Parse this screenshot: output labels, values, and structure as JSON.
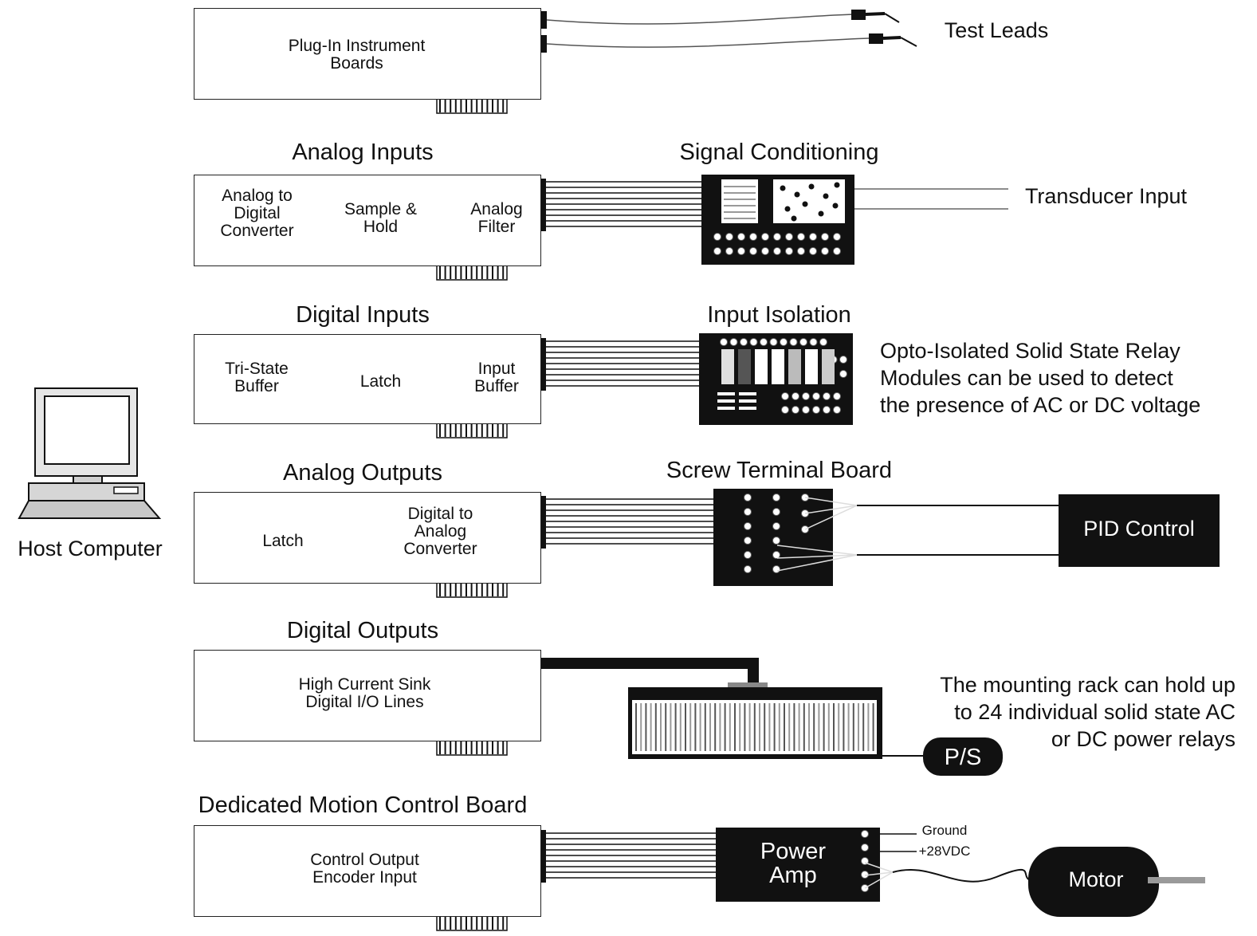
{
  "host": {
    "label": "Host Computer"
  },
  "plugin": {
    "label": "Plug-In Instrument\nBoards",
    "test_leads": "Test Leads"
  },
  "analog_inputs": {
    "heading": "Analog Inputs",
    "adc": "Analog to\nDigital\nConverter",
    "sample_hold": "Sample &\nHold",
    "filter": "Analog\nFilter",
    "conditioning": "Signal Conditioning",
    "transducer": "Transducer Input"
  },
  "digital_inputs": {
    "heading": "Digital Inputs",
    "tristate": "Tri-State\nBuffer",
    "latch": "Latch",
    "input_buffer": "Input\nBuffer",
    "isolation": "Input Isolation",
    "note": "Opto-Isolated Solid State Relay\nModules can be used to detect\nthe presence of AC or DC voltage"
  },
  "analog_outputs": {
    "heading": "Analog Outputs",
    "latch": "Latch",
    "dac": "Digital to\nAnalog\nConverter",
    "screw_terminal": "Screw Terminal Board",
    "pid": "PID Control"
  },
  "digital_outputs": {
    "heading": "Digital Outputs",
    "sink": "High Current Sink\nDigital I/O Lines",
    "ps": "P/S",
    "note": "The mounting rack can hold up\nto 24 individual solid state AC\nor DC power relays"
  },
  "motion": {
    "heading": "Dedicated Motion Control Board",
    "control": "Control Output\nEncoder Input",
    "power_amp": "Power\nAmp",
    "ground": "Ground",
    "vdc": "+28VDC",
    "motor": "Motor"
  },
  "colors": {
    "ink": "#111111",
    "gray": "#9a9a9a",
    "light": "#d8d8d8"
  }
}
